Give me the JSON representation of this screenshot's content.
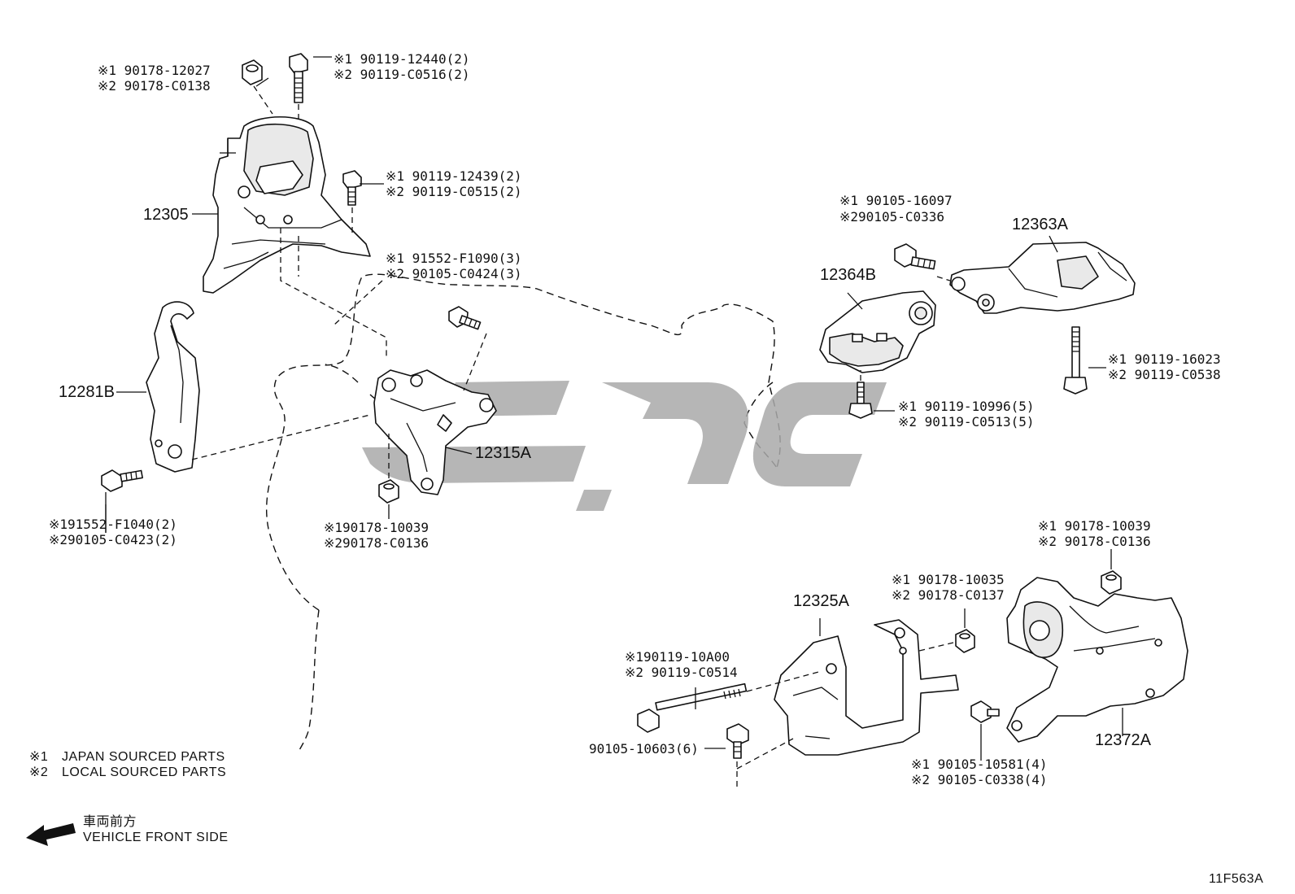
{
  "diagram_code": "11F563A",
  "legend": {
    "japan_mark": "※1",
    "japan_text": "JAPAN SOURCED PARTS",
    "local_mark": "※2",
    "local_text": "LOCAL SOURCED PARTS"
  },
  "direction": {
    "jp": "車両前方",
    "en": "VEHICLE FRONT SIDE"
  },
  "parts": {
    "p12305": "12305",
    "p12281B": "12281B",
    "p12315A": "12315A",
    "p12363A": "12363A",
    "p12364B": "12364B",
    "p12325A": "12325A",
    "p12372A": "12372A"
  },
  "callouts": {
    "nut_top": [
      "※1 90178-12027",
      "※2 90178-C0138"
    ],
    "bolt_top": [
      "※1 90119-12440(2)",
      "※2 90119-C0516(2)"
    ],
    "bolt_side": [
      "※1 90119-12439(2)",
      "※2 90119-C0515(2)"
    ],
    "bolt_center": [
      "※1 91552-F1090(3)",
      "※2 90105-C0424(3)"
    ],
    "bolt_left": [
      "※191552-F1040(2)",
      "※290105-C0423(2)"
    ],
    "nut_center": [
      "※190178-10039",
      "※290178-C0136"
    ],
    "bolt_right_top": [
      "※1 90105-16097",
      "※290105-C0336"
    ],
    "bolt_right_long": [
      "※1  90119-16023",
      "※2  90119-C0538"
    ],
    "bolt_right_small": [
      "※1  90119-10996(5)",
      "※2 90119-C0513(5)"
    ],
    "nut_right_bottom": [
      "※1  90178-10039",
      "※2  90178-C0136"
    ],
    "nut_mid_bottom": [
      "※1 90178-10035",
      "※2  90178-C0137"
    ],
    "bolt_long_bottom": [
      "※190119-10A00",
      "※2 90119-C0514"
    ],
    "bolt_small_bottom": "90105-10603(6)",
    "bolt_right_bottom": [
      "※1 90105-10581(4)",
      "※2 90105-C0338(4)"
    ]
  }
}
